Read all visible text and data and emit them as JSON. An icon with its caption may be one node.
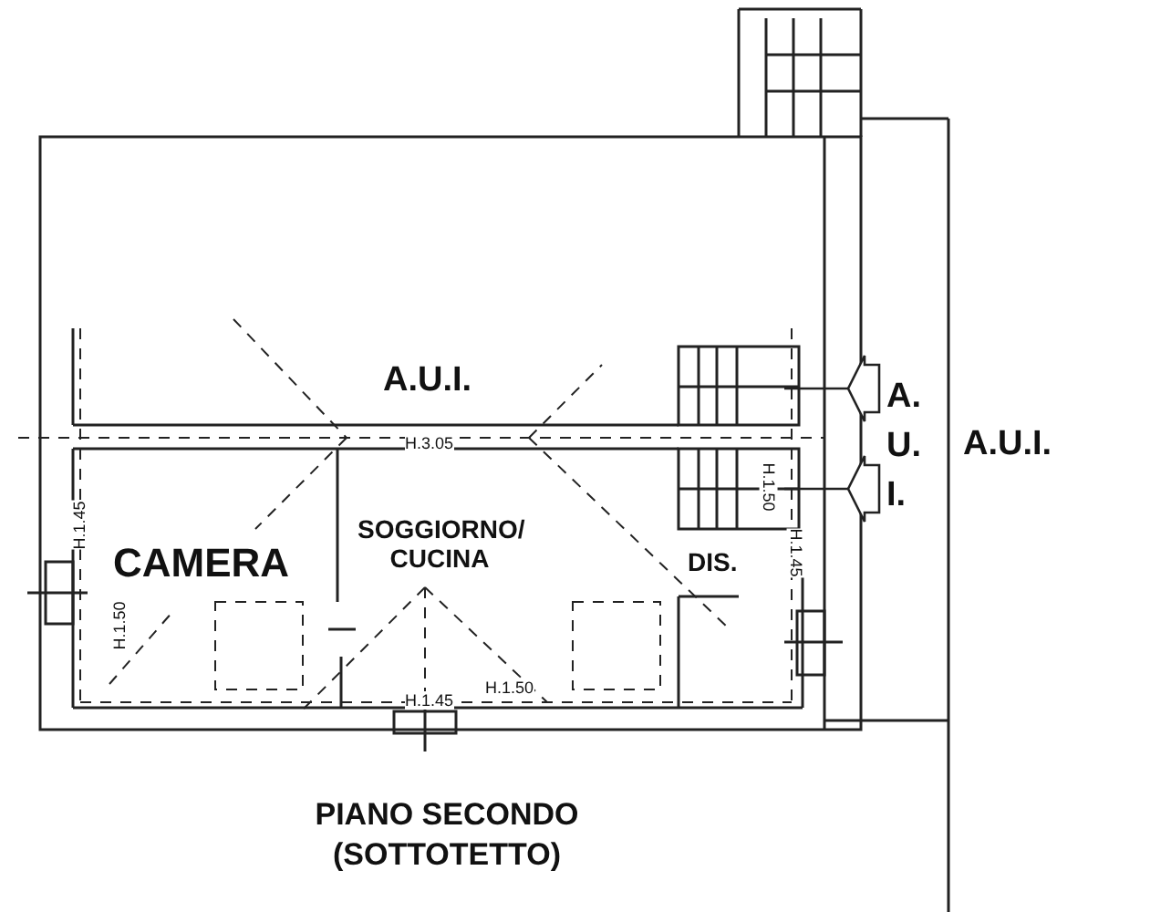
{
  "diagram": {
    "title": "PIANO SECONDO (SOTTOTETTO)",
    "labels": [
      "A.U.I.",
      "A. U. I.",
      "A.U.I.",
      "H.3.05",
      "H.1.50",
      "CAMERA",
      "SOGGIORNO/ CUCINA",
      "DIS.",
      "H.1.45",
      "H.1.45",
      "H.1.50",
      "H.1.50",
      "H.1.45"
    ]
  }
}
